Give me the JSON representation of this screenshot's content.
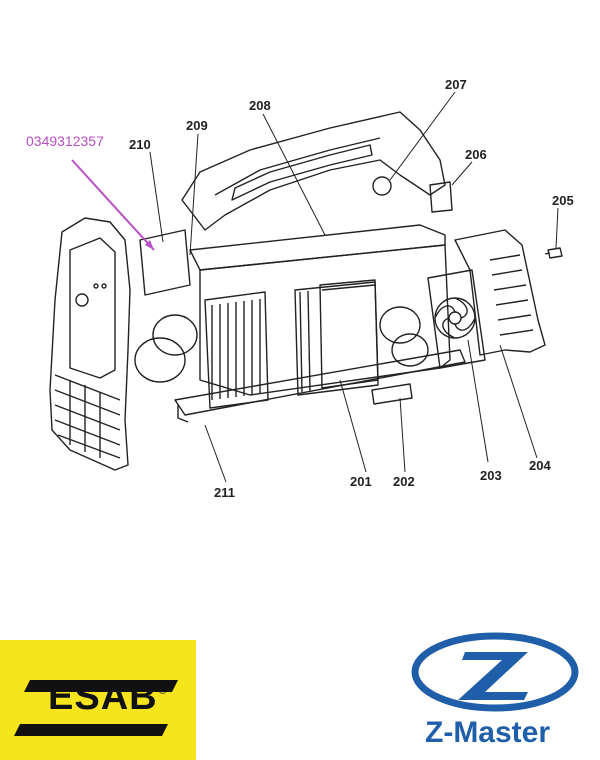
{
  "part_number": "0349312357",
  "labels": {
    "l201": "201",
    "l202": "202",
    "l203": "203",
    "l204": "204",
    "l205": "205",
    "l206": "206",
    "l207": "207",
    "l208": "208",
    "l209": "209",
    "l210": "210",
    "l211": "211"
  },
  "brands": {
    "esab": "ESAB",
    "esab_reg": "®",
    "zmaster": "Z-Master"
  },
  "colors": {
    "esab_yellow": "#f6e51c",
    "zmaster_blue": "#1f5ea8",
    "callout_magenta": "#b84fc4"
  }
}
